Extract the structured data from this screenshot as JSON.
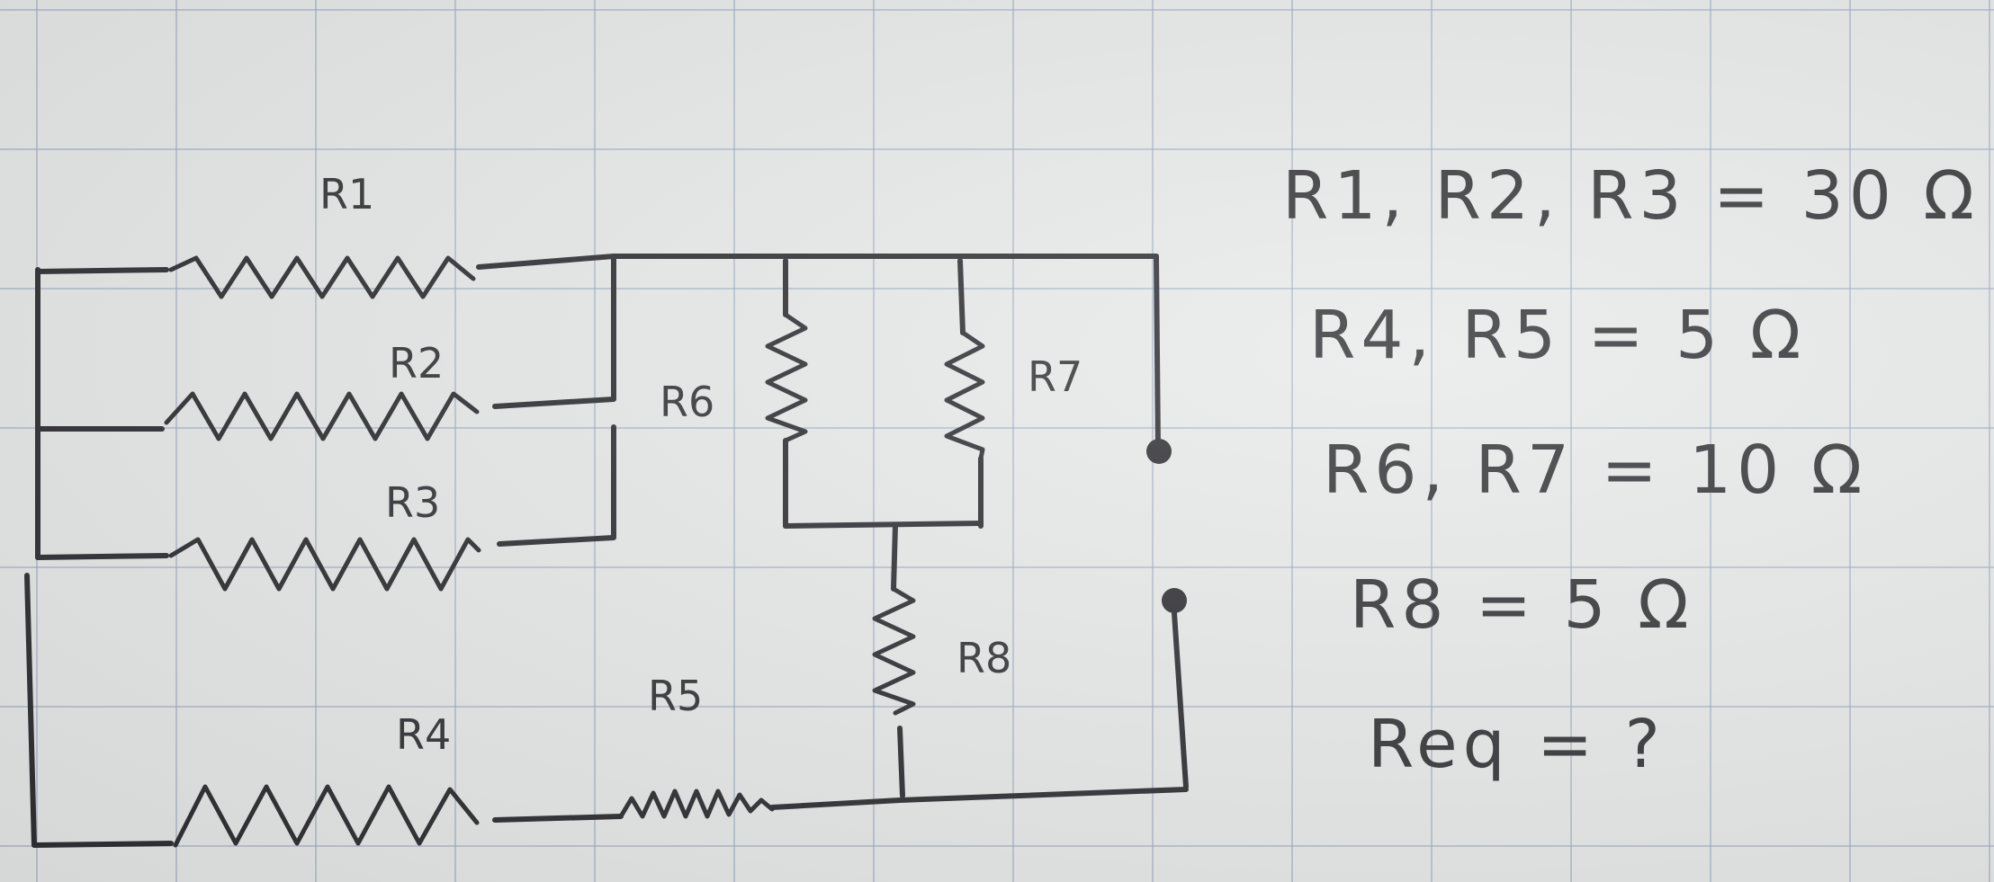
{
  "labels": {
    "r1": "R1",
    "r2": "R2",
    "r3": "R3",
    "r4": "R4",
    "r5": "R5",
    "r6": "R6",
    "r7": "R7",
    "r8": "R8"
  },
  "values": {
    "line1": "R1, R2, R3 = 30 Ω",
    "line2": "R4, R5 = 5 Ω",
    "line3": "R6, R7 = 10 Ω",
    "line4": "R8 = 5 Ω",
    "line5": "Req = ?"
  },
  "colors": {
    "ink": "#2e2e33",
    "paper": "#e8eaea",
    "grid": "#96a8be"
  }
}
